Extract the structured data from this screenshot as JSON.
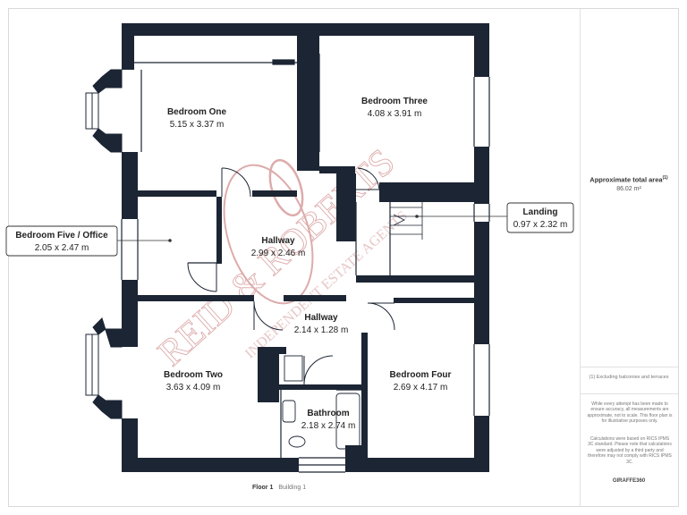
{
  "rooms": [
    {
      "name": "Bedroom One",
      "size": "5.15 x 3.37 m"
    },
    {
      "name": "Bedroom Three",
      "size": "4.08 x 3.91 m"
    },
    {
      "name": "Hallway",
      "size": "2.99 x 2.46 m"
    },
    {
      "name": "Hallway",
      "size": "2.14 x 1.28 m"
    },
    {
      "name": "Bedroom Two",
      "size": "3.63 x 4.09 m"
    },
    {
      "name": "Bedroom Four",
      "size": "2.69 x 4.17 m"
    },
    {
      "name": "Bathroom",
      "size": "2.18 x 2.74 m"
    }
  ],
  "callouts": [
    {
      "name": "Bedroom Five / Office",
      "size": "2.05 x 2.47 m"
    },
    {
      "name": "Landing",
      "size": "0.97 x 2.32 m"
    }
  ],
  "watermark": {
    "brand": "REID & ROBERTS",
    "tagline": "INDEPENDENT ESTATE AGENTS",
    "color": "#d28f8f"
  },
  "footer": {
    "floor": "Floor 1",
    "building": "Building 1"
  },
  "sidebar": {
    "area_title": "Approximate total area",
    "area_sup": "(1)",
    "area_value": "86.02 m²",
    "exclusions": "(1) Excluding balconies and terraces",
    "disclaimer_1": "While every attempt has been made to ensure accuracy, all measurements are approximate, not to scale. This floor plan is for illustrative purposes only.",
    "disclaimer_2": "Calculations were based on RICS IPMS 3C standard. Please note that calculations were adjusted by a third party and therefore may not comply with RICS IPMS 3C.",
    "brand": "GIRAFFE360"
  },
  "colors": {
    "wall": "#1c2533",
    "line": "#1c2533"
  }
}
